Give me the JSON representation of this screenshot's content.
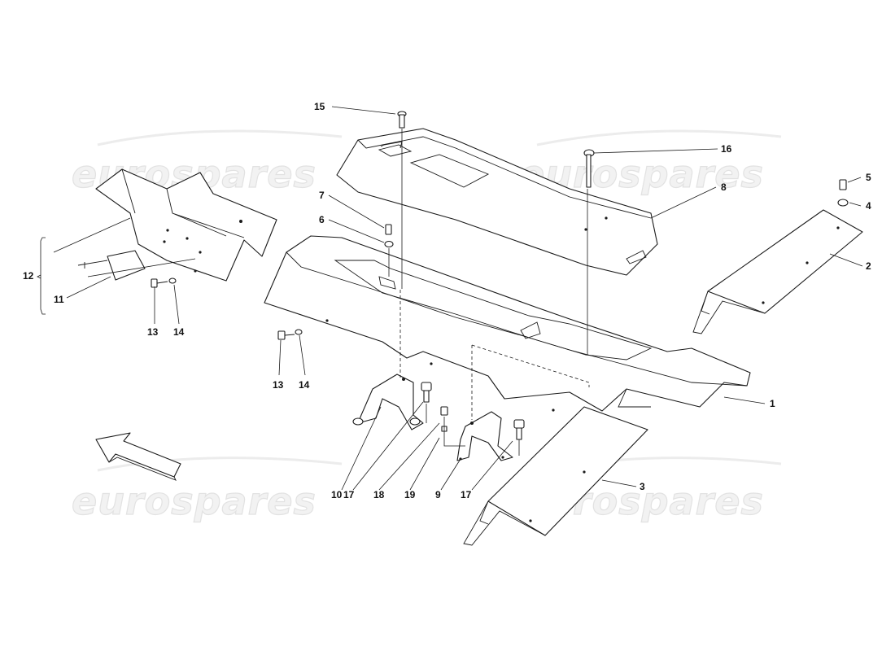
{
  "watermark": {
    "text": "eurospares"
  },
  "callouts": {
    "c1": "1",
    "c2": "2",
    "c3": "3",
    "c4": "4",
    "c5": "5",
    "c6": "6",
    "c7": "7",
    "c8": "8",
    "c9": "9",
    "c10": "10",
    "c11": "11",
    "c12": "12",
    "c13a": "13",
    "c13b": "13",
    "c14a": "14",
    "c14b": "14",
    "c15": "15",
    "c16": "16",
    "c17a": "17",
    "c17b": "17",
    "c18": "18",
    "c19": "19"
  }
}
